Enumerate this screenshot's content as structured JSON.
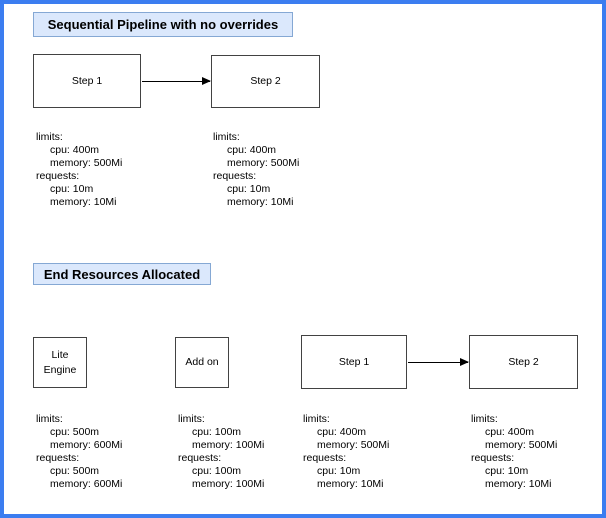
{
  "colors": {
    "canvas_border": "#3b7df0",
    "title_fill": "#dbe8fc",
    "title_border": "#85a8d4",
    "node_border": "#424242",
    "text": "#000000"
  },
  "section_pipeline": {
    "title": "Sequential Pipeline with no overrides",
    "step1_label": "Step 1",
    "step2_label": "Step 2",
    "step1_resources": {
      "limits_label": "limits:",
      "limits_cpu": "cpu: 400m",
      "limits_memory": "memory: 500Mi",
      "requests_label": "requests:",
      "requests_cpu": "cpu: 10m",
      "requests_memory": "memory: 10Mi"
    },
    "step2_resources": {
      "limits_label": "limits:",
      "limits_cpu": "cpu: 400m",
      "limits_memory": "memory: 500Mi",
      "requests_label": "requests:",
      "requests_cpu": "cpu: 10m",
      "requests_memory": "memory: 10Mi"
    }
  },
  "section_end": {
    "title": "End Resources Allocated",
    "lite_engine_label": "Lite Engine",
    "addon_label": "Add on",
    "step1_label": "Step 1",
    "step2_label": "Step 2",
    "lite_engine_resources": {
      "limits_label": "limits:",
      "limits_cpu": "cpu: 500m",
      "limits_memory": "memory: 600Mi",
      "requests_label": "requests:",
      "requests_cpu": "cpu: 500m",
      "requests_memory": "memory: 600Mi"
    },
    "addon_resources": {
      "limits_label": "limits:",
      "limits_cpu": "cpu: 100m",
      "limits_memory": "memory: 100Mi",
      "requests_label": "requests:",
      "requests_cpu": "cpu: 100m",
      "requests_memory": "memory: 100Mi"
    },
    "step1_resources": {
      "limits_label": "limits:",
      "limits_cpu": "cpu: 400m",
      "limits_memory": "memory: 500Mi",
      "requests_label": "requests:",
      "requests_cpu": "cpu: 10m",
      "requests_memory": "memory: 10Mi"
    },
    "step2_resources": {
      "limits_label": "limits:",
      "limits_cpu": "cpu: 400m",
      "limits_memory": "memory: 500Mi",
      "requests_label": "requests:",
      "requests_cpu": "cpu: 10m",
      "requests_memory": "memory: 10Mi"
    }
  }
}
